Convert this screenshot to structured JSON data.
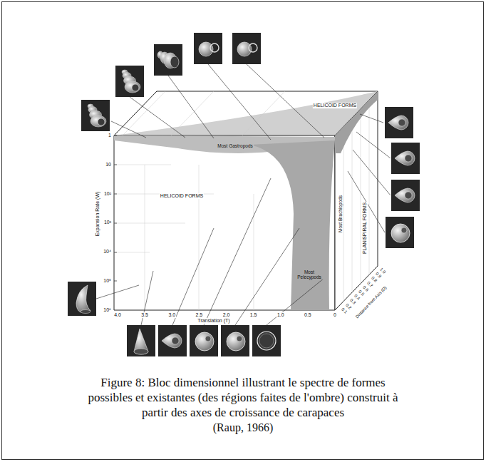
{
  "diagram": {
    "caption": "Figure 8: Bloc dimensionnel illustrant le spectre de formes possibles et existantes (des régions faites de l'ombre) construit à partir des axes de croissance de carapaces",
    "labels": [
      "HELICOID FORMS",
      "HELICOID FORMS",
      "Most Gastropods",
      "Most Pelecypods",
      "PLANISPIRAL FORMS",
      "Most Brachiopods",
      "Expansion Rate (W)",
      "1",
      "10",
      "10²",
      "10³",
      "10⁴",
      "10⁵",
      "10⁶",
      "4.0",
      "3.5",
      "3.0",
      "2.5",
      "2.0",
      "1.5",
      "1.0",
      "0.5",
      "0",
      "Translation (T)",
      "0.1",
      "0.2",
      "0.3",
      "0.4",
      "0.5",
      "0.6",
      "0.7",
      "0.8",
      "0.9",
      "1.0",
      "Distance from Axis (D)",
      "(Raup, 1966)"
    ]
  }
}
